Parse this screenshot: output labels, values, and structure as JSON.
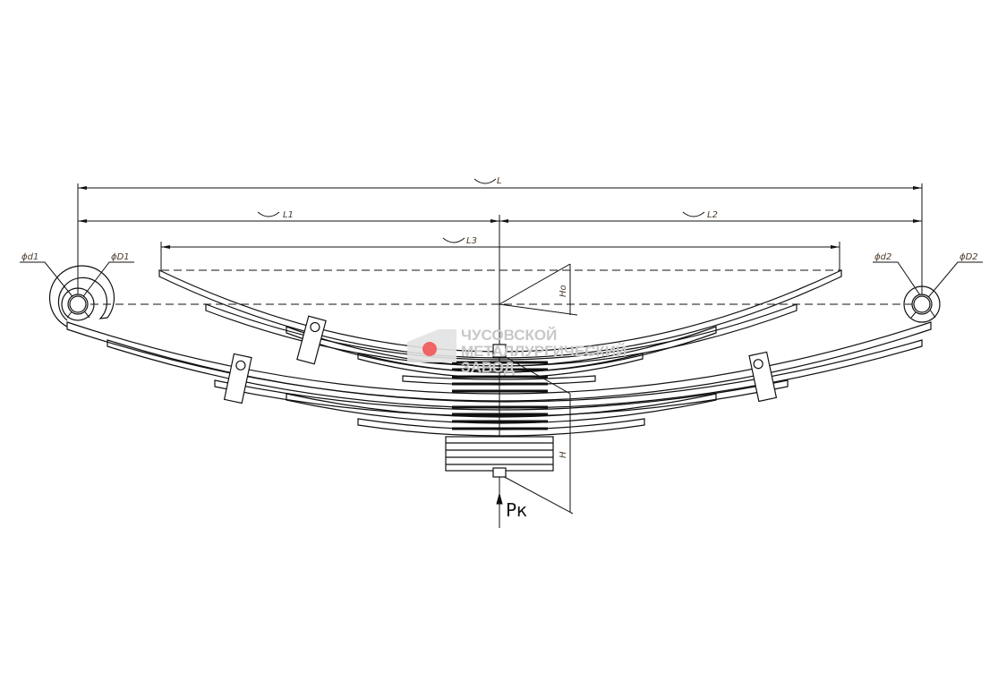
{
  "drawing": {
    "dimensions": {
      "L": "L",
      "L1": "L1",
      "L2": "L2",
      "L3": "L3",
      "Ho": "Ho",
      "H": "H"
    },
    "diameters": {
      "d1": "ϕd1",
      "D1": "ϕD1",
      "d2": "ϕd2",
      "D2": "ϕD2"
    },
    "load": "Pк",
    "watermark": [
      "ЧУСОВСКОЙ",
      "МЕТАЛЛУРГИЧЕСКИЙ",
      "ЗАВОД"
    ],
    "colors": {
      "line": "#111111",
      "watermark": "#c8c8c8",
      "watermark_dot": "#f06464"
    }
  }
}
